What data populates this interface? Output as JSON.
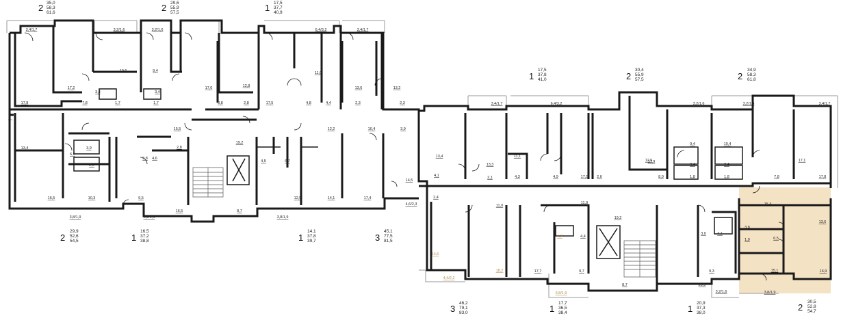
{
  "apartments": [
    {
      "id": "a1",
      "rooms": "2",
      "areas": [
        "35,0",
        "58,3",
        "61,6"
      ]
    },
    {
      "id": "a2",
      "rooms": "2",
      "areas": [
        "29,6",
        "55,9",
        "57,5"
      ]
    },
    {
      "id": "a3",
      "rooms": "1",
      "areas": [
        "17,5",
        "37,7",
        "40,9"
      ]
    },
    {
      "id": "a4",
      "rooms": "1",
      "areas": [
        "17,5",
        "37,8",
        "41,0"
      ]
    },
    {
      "id": "a5",
      "rooms": "2",
      "areas": [
        "30,4",
        "55,9",
        "57,5"
      ]
    },
    {
      "id": "a6",
      "rooms": "2",
      "areas": [
        "34,9",
        "58,3",
        "61,8"
      ]
    },
    {
      "id": "a7",
      "rooms": "2",
      "areas": [
        "29,9",
        "52,6",
        "54,5"
      ]
    },
    {
      "id": "a8",
      "rooms": "1",
      "areas": [
        "16,5",
        "37,2",
        "38,8"
      ]
    },
    {
      "id": "a9",
      "rooms": "1",
      "areas": [
        "14,1",
        "37,8",
        "39,7"
      ]
    },
    {
      "id": "a10",
      "rooms": "3",
      "areas": [
        "45,1",
        "77,5",
        "81,5"
      ]
    },
    {
      "id": "a11",
      "rooms": "3",
      "areas": [
        "46,2",
        "79,1",
        "83,0"
      ]
    },
    {
      "id": "a12",
      "rooms": "1",
      "areas": [
        "17,7",
        "36,5",
        "38,4"
      ]
    },
    {
      "id": "a13",
      "rooms": "1",
      "areas": [
        "20,9",
        "37,3",
        "38,0"
      ]
    },
    {
      "id": "a14",
      "rooms": "2",
      "areas": [
        "30,5",
        "52,8",
        "54,7"
      ]
    }
  ],
  "rooms": [
    "3,4/1,7",
    "3,2/1,6",
    "3,2/1,6",
    "6,4/3,2",
    "3,4/1,7",
    "17,2",
    "10,6",
    "9,4",
    "17,0",
    "11,0",
    "13,6",
    "13,2",
    "3,4",
    "3,4",
    "12,8",
    "17,8",
    "7,8",
    "1,7",
    "1,7",
    "8,8",
    "2,8",
    "17,5",
    "4,8",
    "4,4",
    "2,3",
    "2,3",
    "15,5",
    "12,2",
    "10,4",
    "3,9",
    "13,4",
    "3,9",
    "2,8",
    "19,2",
    "6,5",
    "2,0",
    "3,8",
    "4,6",
    "4,5",
    "6,7",
    "16,5",
    "10,3",
    "9,5",
    "16,5",
    "8,7",
    "12,5",
    "14,1",
    "17,4",
    "14,5",
    "3,8/1,9",
    "3,2/1,6",
    "3,8/1,9",
    "4,6/2,3",
    "3,4/1,7",
    "6,4/3,2",
    "3,2/1,6",
    "3,2/1,6",
    "3,4/1,7",
    "13,4",
    "13,3",
    "11,1",
    "17,9",
    "9,4",
    "10,4",
    "17,1",
    "4,1",
    "2,1",
    "4,3",
    "4,9",
    "17,5",
    "2,6",
    "12,5",
    "3,4",
    "3,4",
    "8,0",
    "1,8",
    "1,8",
    "7,8",
    "17,8",
    "2,4",
    "11,0",
    "11,9",
    "15,4",
    "19,2",
    "3,8",
    "13,6",
    "4,7",
    "4,4",
    "3,0",
    "4,1",
    "1,9",
    "6,5",
    "14,6",
    "18,2",
    "17,7",
    "9,7",
    "8,7",
    "20,9",
    "9,3",
    "15,1",
    "16,9",
    "4,4/2,2",
    "3,8/1,9",
    "3,2/1,6",
    "3,8/1,9"
  ],
  "colors": {
    "wall": "#1a1a1a",
    "balcony": "#9a9a9a",
    "highlight": "#f3e2c4",
    "highlight_text": "#b08a4a"
  }
}
